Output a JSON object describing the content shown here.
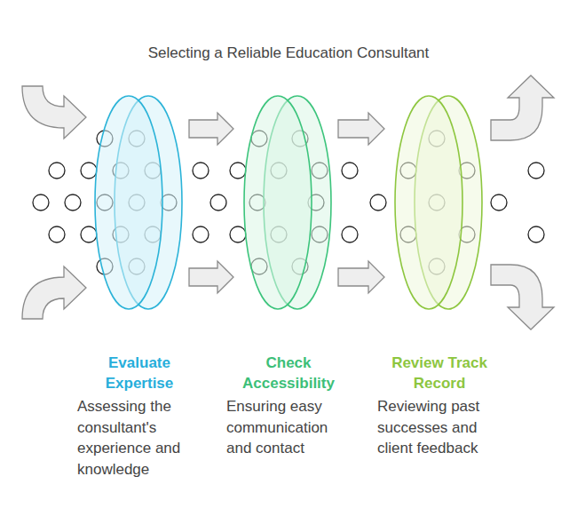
{
  "diagram": {
    "title": "Selecting a Reliable Education Consultant",
    "nodes": [
      {
        "text": [
          "Evaluate Expertise",
          "Assessing the consultant's experience and knowledge"
        ]
      },
      {
        "text": [
          "Check Accessibility",
          "Ensuring easy communication and contact"
        ]
      },
      {
        "text": [
          "Review Track Record",
          "Reviewing past successes and client feedback"
        ]
      }
    ],
    "edges": [
      {
        "from": 0,
        "to": 1,
        "arrow": "to"
      },
      {
        "from": 0,
        "to": 1,
        "arrow": "to"
      },
      {
        "from": 1,
        "to": 2,
        "arrow": "to"
      },
      {
        "from": 1,
        "to": 2,
        "arrow": "to"
      }
    ]
  }
}
